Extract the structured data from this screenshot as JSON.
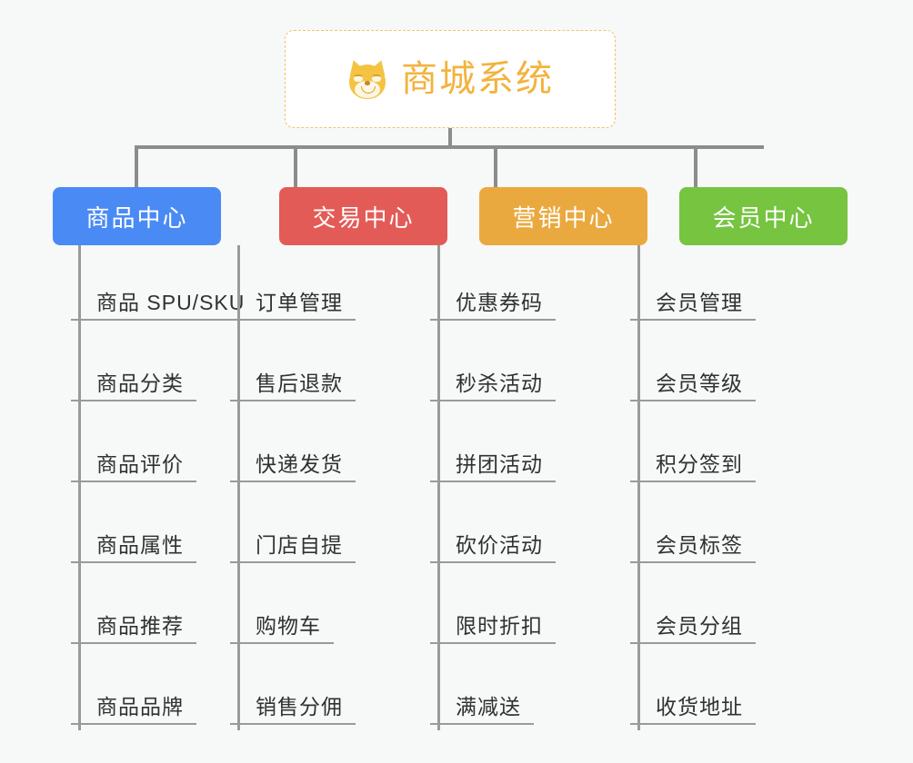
{
  "diagram": {
    "type": "mind-map",
    "background_color": "#f7f8f8",
    "connector_color": "#8c8c8c"
  },
  "root": {
    "title": "商城系统",
    "icon": "dog-face-icon",
    "text_color": "#f2b33d",
    "border_color": "#f0c36a",
    "background_color": "#ffffff"
  },
  "branches": [
    {
      "label": "商品中心",
      "color": "#4a8af4",
      "items": [
        "商品 SPU/SKU",
        "商品分类",
        "商品评价",
        "商品属性",
        "商品推荐",
        "商品品牌"
      ]
    },
    {
      "label": "交易中心",
      "color": "#e35b57",
      "items": [
        "订单管理",
        "售后退款",
        "快递发货",
        "门店自提",
        "购物车",
        "销售分佣"
      ]
    },
    {
      "label": "营销中心",
      "color": "#eaa93f",
      "items": [
        "优惠券码",
        "秒杀活动",
        "拼团活动",
        "砍价活动",
        "限时折扣",
        "满减送"
      ]
    },
    {
      "label": "会员中心",
      "color": "#76c440",
      "items": [
        "会员管理",
        "会员等级",
        "积分签到",
        "会员标签",
        "会员分组",
        "收货地址"
      ]
    }
  ]
}
